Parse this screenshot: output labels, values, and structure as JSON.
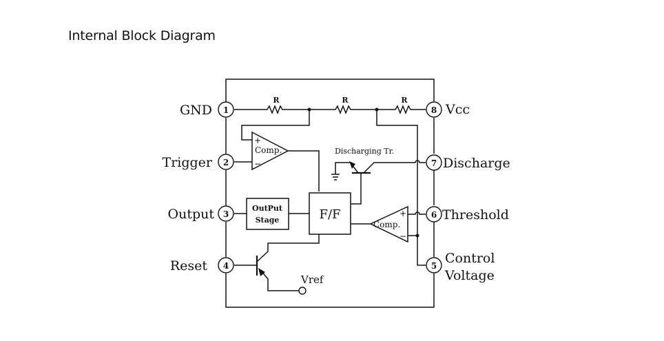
{
  "title": "Internal Block Diagram",
  "pins": [
    {
      "number": "1",
      "label": "GND"
    },
    {
      "number": "2",
      "label": "Trigger"
    },
    {
      "number": "3",
      "label": "Output"
    },
    {
      "number": "4",
      "label": "Reset"
    },
    {
      "number": "5",
      "label_line1": "Control",
      "label_line2": "Voltage"
    },
    {
      "number": "6",
      "label": "Threshold"
    },
    {
      "number": "7",
      "label": "Discharge"
    },
    {
      "number": "8",
      "label": "Vcc"
    }
  ],
  "resistors": [
    {
      "label": "R"
    },
    {
      "label": "R"
    },
    {
      "label": "R"
    }
  ],
  "blocks": {
    "trigger_comparator": {
      "label": "Comp.",
      "plus": "+",
      "minus": "−"
    },
    "threshold_comparator": {
      "label": "Comp.",
      "plus": "+",
      "minus": "−"
    },
    "flip_flop": {
      "label": "F/F"
    },
    "output_stage": {
      "line1": "OutPut",
      "line2": "Stage"
    },
    "discharging_transistor": {
      "label": "Discharging Tr."
    },
    "vref": {
      "label": "Vref"
    }
  }
}
